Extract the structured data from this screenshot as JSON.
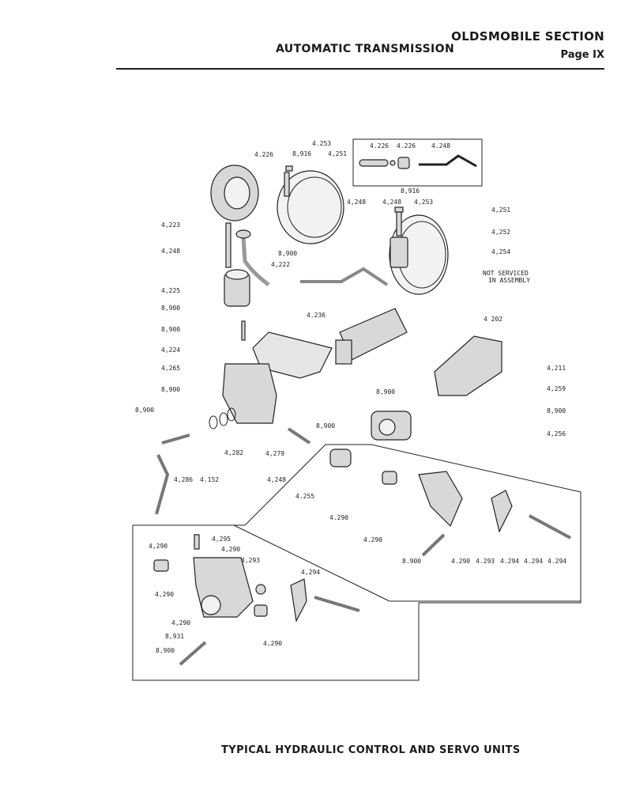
{
  "header": {
    "section": "OLDSMOBILE SECTION",
    "page": "Page IX",
    "title": "AUTOMATIC TRANSMISSION"
  },
  "caption": "TYPICAL HYDRAULIC CONTROL AND SERVO UNITS",
  "labels": [
    "4.226",
    "4.253",
    "8,916",
    "4,251",
    "4.226",
    "4.226",
    "4.248",
    "8,916",
    "4,253",
    "4,248",
    "4,248",
    "4,251",
    "4,252",
    "4,254",
    "NOT SERVICED",
    "IN ASSEMBLY",
    "4,223",
    "4,248",
    "8,900",
    "4,222",
    "4,225",
    "8,900",
    "8,900",
    "4.236",
    "4 202",
    "4,224",
    "4,265",
    "8,900",
    "8,900",
    "4,211",
    "4,259",
    "8,900",
    "4,256",
    "8,900",
    "8,900",
    "4,282",
    "4,279",
    "4,286",
    "4.152",
    "4,248",
    "4.255",
    "4.290",
    "4.290",
    "8.900",
    "4.290",
    "4.293",
    "4.294",
    "4.294",
    "4.294",
    "4,290",
    "4,295",
    "4,290",
    "4,293",
    "4,294",
    "4,290",
    "4,290",
    "8,931",
    "8,900",
    "4,290"
  ]
}
